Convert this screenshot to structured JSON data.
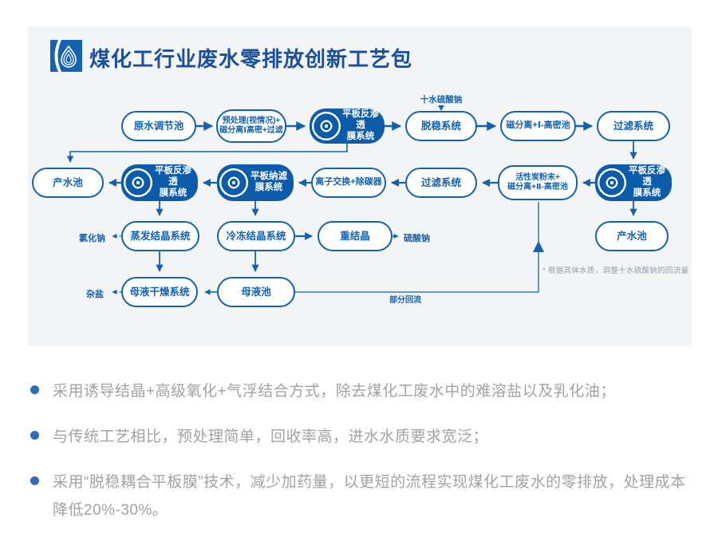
{
  "header": {
    "title": "煤化工行业废水零排放创新工艺包"
  },
  "flowchart": {
    "nodes": {
      "raw_water": "原水调节池",
      "pretreat_l1": "预处理(视情况)+",
      "pretreat_l2": "磁分离Ⅰ高密+过滤",
      "flat_ro_l1": "平板反渗透",
      "flat_ro_l2": "膜系统",
      "destab": "脱稳系统",
      "magsep1": "磁分离+Ⅰ-高密池",
      "filter1": "过滤系统",
      "product_tank": "产水池",
      "flat_nf_l1": "平板纳滤",
      "flat_nf_l2": "膜系统",
      "ion_exchange": "离子交换+除碳器",
      "filter2": "过滤系统",
      "carbon_l1": "活性炭粉末+",
      "carbon_l2": "磁分离+Ⅱ-高密池",
      "product_tank2": "产水池",
      "evap_cryst": "蒸发结晶系统",
      "freeze_cryst": "冷冻结晶系统",
      "recryst": "重结晶",
      "mother_dry": "母液干燥系统",
      "mother_tank": "母液池"
    },
    "labels": {
      "decahydrate": "十水硫酸钠",
      "nacl": "氯化钠",
      "na2so4": "硫酸钠",
      "mixed_salt": "杂盐",
      "partial_reflux": "部分回流",
      "note": "* 根据具体水质，调整十水硫酸钠的回流量"
    }
  },
  "bullets": {
    "b1": "采用诱导结晶+高级氧化+气浮结合方式，除去煤化工废水中的难溶盐以及乳化油；",
    "b2": "与传统工艺相比，预处理简单，回收率高，进水水质要求宽泛；",
    "b3": "采用“脱稳耦合平板膜”技术，减少加药量，以更短的流程实现煤化工废水的零排放，处理成本降低20%-30%。"
  },
  "colors": {
    "primary_blue": "#1562ac",
    "filled_node": "#0d5cab",
    "title_blue": "#1a4f9d",
    "panel_gray": "#f3f4f5",
    "bullet_text_gray": "#a2a2a2"
  }
}
